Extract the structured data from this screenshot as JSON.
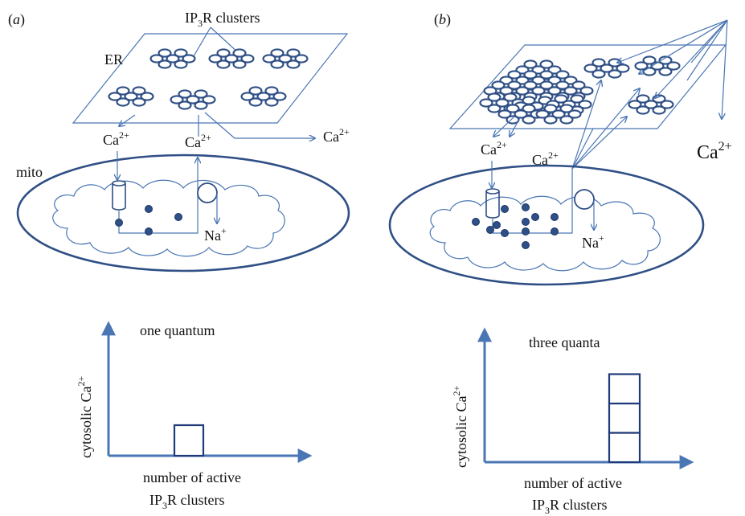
{
  "colors": {
    "line": "#4a76b4",
    "ring": "#2f4f85",
    "dot": "#2e5087",
    "text": "#111111"
  },
  "panel_a": {
    "label_open": "(",
    "label_letter": "a",
    "label_close": ")",
    "ip3r_label_pre": "IP",
    "ip3r_label_sub": "3",
    "ip3r_label_post": "R clusters",
    "er_label": "ER",
    "mito_label": "mito",
    "ca_base": "Ca",
    "ca_sup": "2+",
    "na_base": "Na",
    "na_sup": "+",
    "plot_title": "one quantum",
    "ylabel_pre": "cytosolic  Ca",
    "ylabel_sup": "2+",
    "xlabel_line1": "number of active",
    "xlabel_line2_pre": "IP",
    "xlabel_line2_sub": "3",
    "xlabel_line2_post": "R clusters",
    "quanta": 1
  },
  "panel_b": {
    "label_open": "(",
    "label_letter": "b",
    "label_close": ")",
    "ca_base": "Ca",
    "ca_sup": "2+",
    "na_base": "Na",
    "na_sup": "+",
    "plot_title": "three quanta",
    "ylabel_pre": "cytosolic  Ca",
    "ylabel_sup": "2+",
    "xlabel_line1": "number of active",
    "xlabel_line2_pre": "IP",
    "xlabel_line2_sub": "3",
    "xlabel_line2_post": "R clusters",
    "quanta": 3
  }
}
